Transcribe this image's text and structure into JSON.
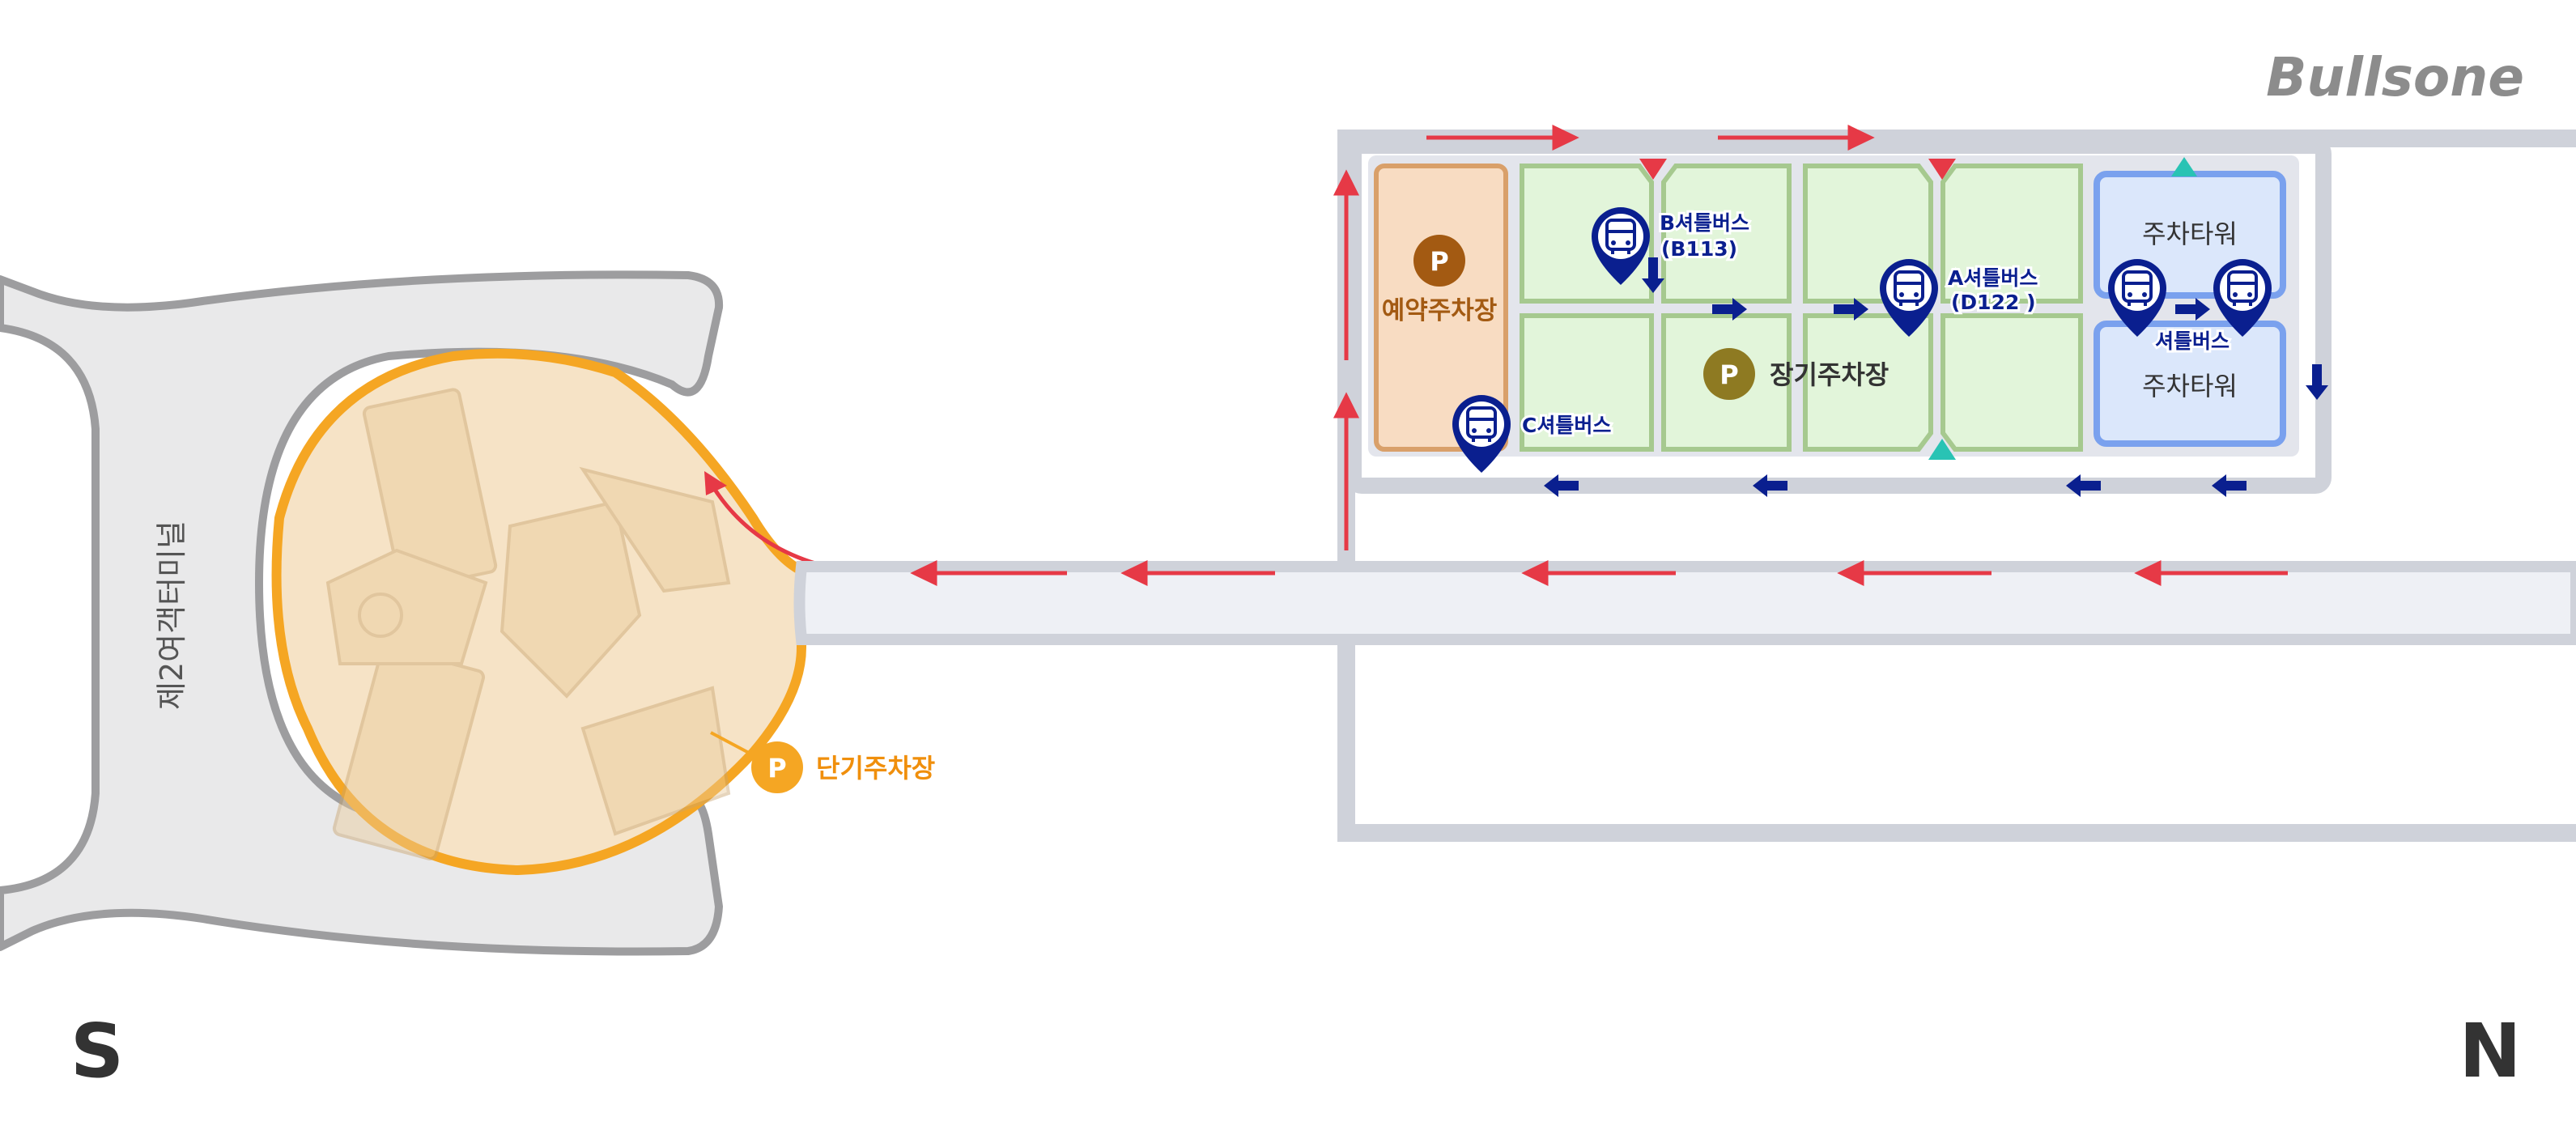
{
  "brand": {
    "logo_text": "Bullsone"
  },
  "compass": {
    "south": "S",
    "north": "N"
  },
  "terminal": {
    "label": "제2여객터미널"
  },
  "parking": {
    "short_term": {
      "label": "단기주차장",
      "marker": "P",
      "color": "#f5a623"
    },
    "reserved": {
      "label": "예약주차장",
      "marker": "P",
      "color": "#a35a12"
    },
    "long_term": {
      "label": "장기주차장",
      "marker": "P",
      "color": "#8e7a22"
    },
    "tower_top": {
      "label": "주차타워"
    },
    "tower_bottom": {
      "label": "주차타워"
    }
  },
  "shuttles": {
    "b": {
      "line1": "B셔틀버스",
      "line2": "(B113)"
    },
    "a": {
      "line1": "A셔틀버스",
      "line2": "(D122 )"
    },
    "c": {
      "line1": "C셔틀버스"
    },
    "tower": {
      "line1": "셔틀버스"
    }
  },
  "icons": {
    "bus_pin": "bus-stop-pin-icon",
    "parking_badge": "parking-p-icon",
    "flow_arrow": "traffic-direction-arrow-icon",
    "bus_flow_arrow": "bus-direction-arrow-icon"
  },
  "colors": {
    "road": "#cfd2da",
    "road_inner": "#eef0f5",
    "traffic_arrow": "#e63946",
    "bus_arrow": "#0a1f8f",
    "green_zone": "#e2f5da",
    "green_border": "#a6c98f",
    "tower_fill": "#dbe7fb",
    "tower_border": "#7aa1ee",
    "reserved_fill": "#f8dcc2",
    "reserved_border": "#d9a06a",
    "short_term_outline": "#f5a623",
    "terminal_gray": "#e6e6e6",
    "entry_marker_red": "#e63946",
    "entry_marker_teal": "#29c3b4"
  }
}
